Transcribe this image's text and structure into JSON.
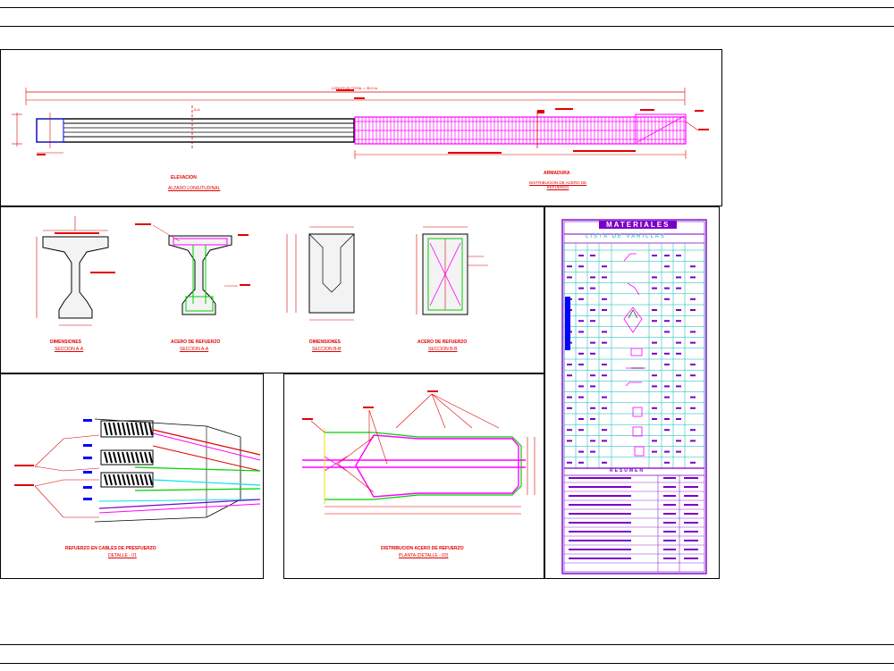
{
  "colors": {
    "red": "#e00000",
    "magenta": "#ff00ff",
    "green": "#00d000",
    "cyan": "#00e5e5",
    "blue": "#0000ff",
    "purple": "#7a00c8",
    "yellow": "#e8e000",
    "black": "#000000"
  },
  "elevation": {
    "length_label": "LONGITUD TOTAL = 30.0 m",
    "view_title": "ELEVACION",
    "view_subtitle": "ALZADO LONGITUDINAL",
    "prestress_title": "ARMADURA",
    "prestress_subtitle": "DISTRIBUCION DE ACERO DE REFUERZO",
    "section_mark": "A-A"
  },
  "sections": [
    {
      "title": "DIMENSIONES",
      "subtitle": "SECCION A-A"
    },
    {
      "title": "ACERO DE REFUERZO",
      "subtitle": "SECCION A-A"
    },
    {
      "title": "DIMENSIONES",
      "subtitle": "SECCION B-B"
    },
    {
      "title": "ACERO DE REFUERZO",
      "subtitle": "SECCION B-B"
    }
  ],
  "detail_left": {
    "title": "REFUERZO EN CABLES DE PRESFUERZO",
    "subtitle": "DETALLE - 01"
  },
  "detail_right": {
    "title": "DISTRIBUCION ACERO DE REFUERZO",
    "subtitle": "PLANTA (DETALLE - 02)"
  },
  "schedule": {
    "title": "MATERIALES",
    "subtitle": "LISTA DE VARILLAS",
    "footer_title": "RESUMEN"
  }
}
